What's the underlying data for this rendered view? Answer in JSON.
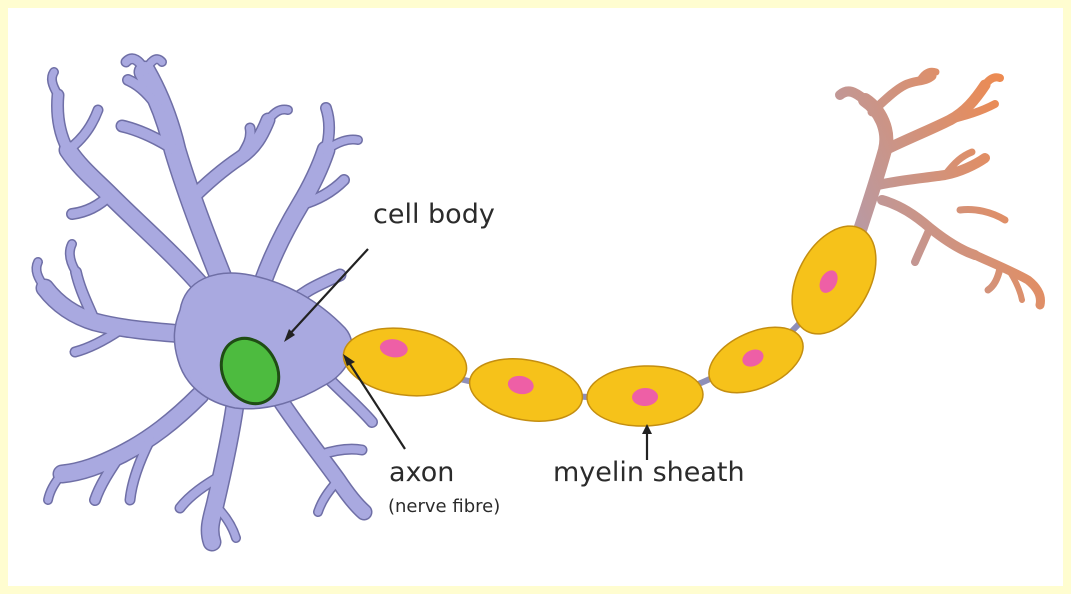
{
  "labels": {
    "cell_body": "cell body",
    "axon": "axon",
    "axon_sub": "(nerve fibre)",
    "myelin": "myelin sheath"
  },
  "colors": {
    "dendrite": "#a9a9e0",
    "dendrite_outline": "#6f6fa6",
    "nucleus": "#4dbb3f",
    "myelin": "#f6c21a",
    "myelin_outline": "#c48e10",
    "schwann_nucleus": "#ee5fa6",
    "terminal_start": "#b79aa6",
    "terminal_end": "#ef8a4e",
    "frame": "#fffdd0"
  }
}
